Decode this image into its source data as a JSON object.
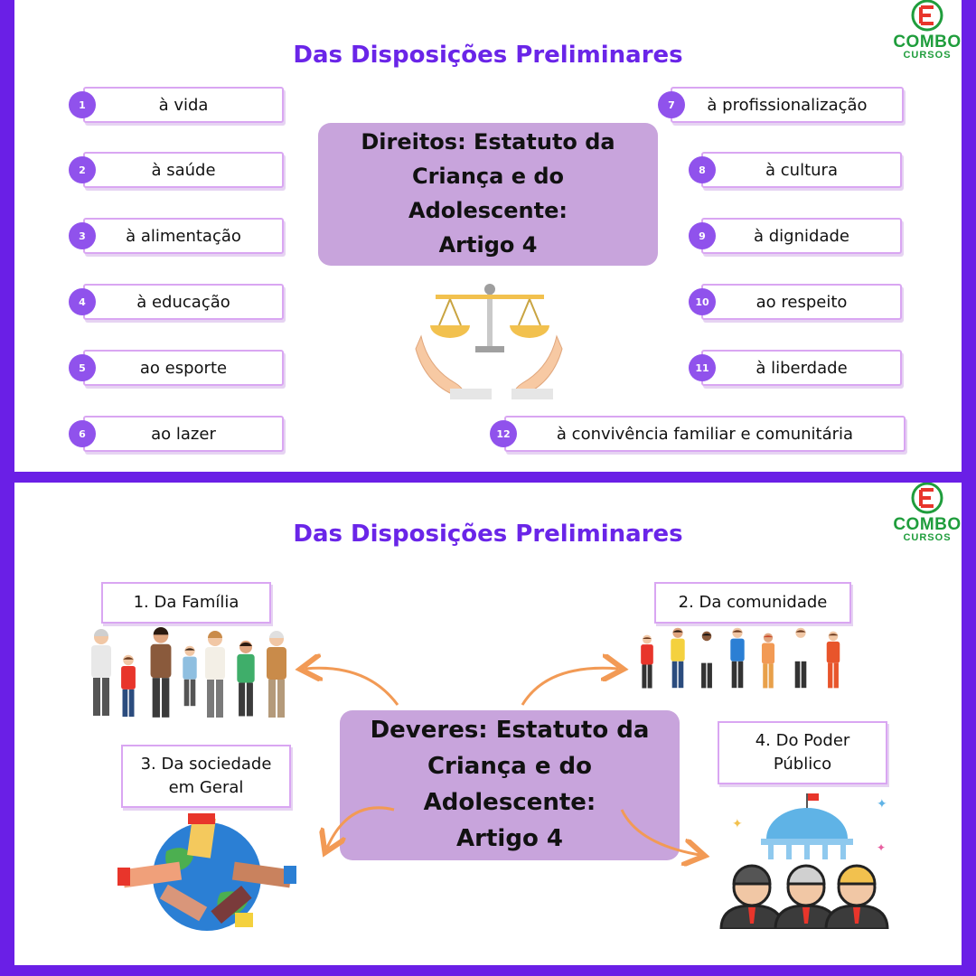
{
  "brand": {
    "name": "COMBO",
    "sub": "CURSOS",
    "letter": "E",
    "green": "#1f9d3c",
    "red": "#e8352b"
  },
  "colors": {
    "frame": "#6a1fe6",
    "heading": "#6a25e8",
    "circle": "#9052ec",
    "title_bg": "#c8a4dc",
    "box_border": "#d9a6f2",
    "arrow": "#f29a55"
  },
  "top": {
    "heading": "Das Disposições Preliminares",
    "center_title": [
      "Direitos: Estatuto da",
      "Criança e do",
      "Adolescente:",
      "Artigo 4"
    ],
    "illustration_icon": "scales-in-hands-icon",
    "rights": [
      {
        "num": "1",
        "label": "à vida"
      },
      {
        "num": "2",
        "label": "à saúde"
      },
      {
        "num": "3",
        "label": "à alimentação"
      },
      {
        "num": "4",
        "label": "à educação"
      },
      {
        "num": "5",
        "label": "ao esporte"
      },
      {
        "num": "6",
        "label": "ao lazer"
      },
      {
        "num": "7",
        "label": "à profissionalização"
      },
      {
        "num": "8",
        "label": "à cultura"
      },
      {
        "num": "9",
        "label": "à dignidade"
      },
      {
        "num": "10",
        "label": "ao respeito"
      },
      {
        "num": "11",
        "label": "à liberdade"
      },
      {
        "num": "12",
        "label": "à convivência familiar e comunitária"
      }
    ]
  },
  "bottom": {
    "heading": "Das Disposições Preliminares",
    "center_title": [
      "Deveres: Estatuto da",
      "Criança e do",
      "Adolescente:",
      "Artigo 4"
    ],
    "duties": [
      {
        "lines": [
          "1. Da Família"
        ],
        "icon": "family-group-icon"
      },
      {
        "lines": [
          "2. Da comunidade"
        ],
        "icon": "community-people-icon"
      },
      {
        "lines": [
          "3. Da sociedade",
          "em Geral"
        ],
        "icon": "globe-hands-icon"
      },
      {
        "lines": [
          "4. Do Poder",
          "Público"
        ],
        "icon": "government-building-icon"
      }
    ]
  }
}
